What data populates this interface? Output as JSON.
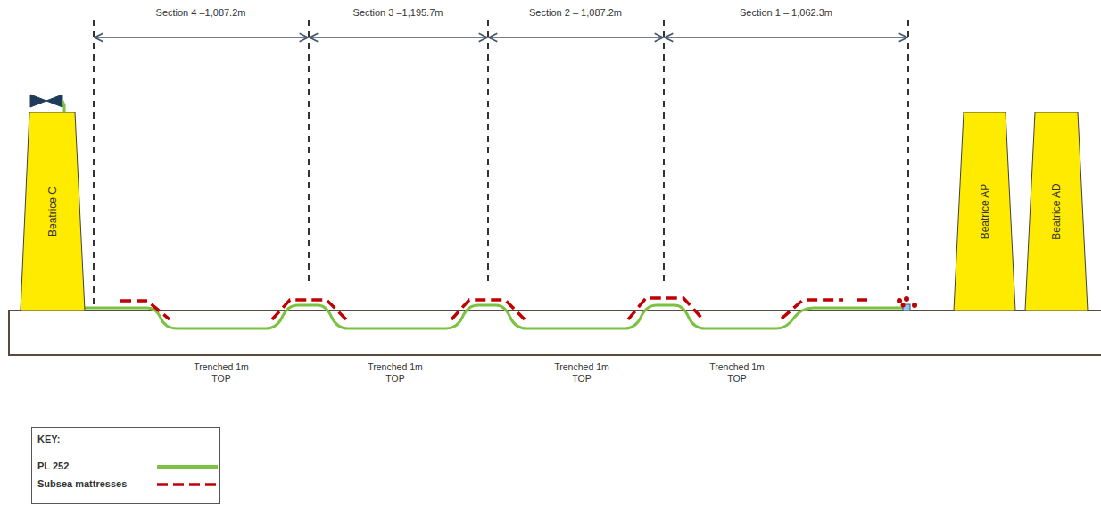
{
  "diagram": {
    "nodes": [
      {
        "text": [
          "Beatrice C"
        ]
      },
      {
        "text": [
          "Beatrice AP"
        ]
      },
      {
        "text": [
          "Beatrice AD"
        ]
      }
    ],
    "edges": [],
    "labels": [
      "Section 4 –1,087.2m",
      "Section 3 –1,195.7m",
      "Section 2 – 1,087.2m",
      "Section 1 – 1,062.3m",
      "Trenched 1m TOP",
      "Trenched 1m TOP",
      "Trenched 1m TOP",
      "Trenched 1m TOP",
      "KEY:"
    ],
    "legend": [
      {
        "text": "PL 252"
      },
      {
        "text": "Subsea mattresses"
      }
    ]
  }
}
